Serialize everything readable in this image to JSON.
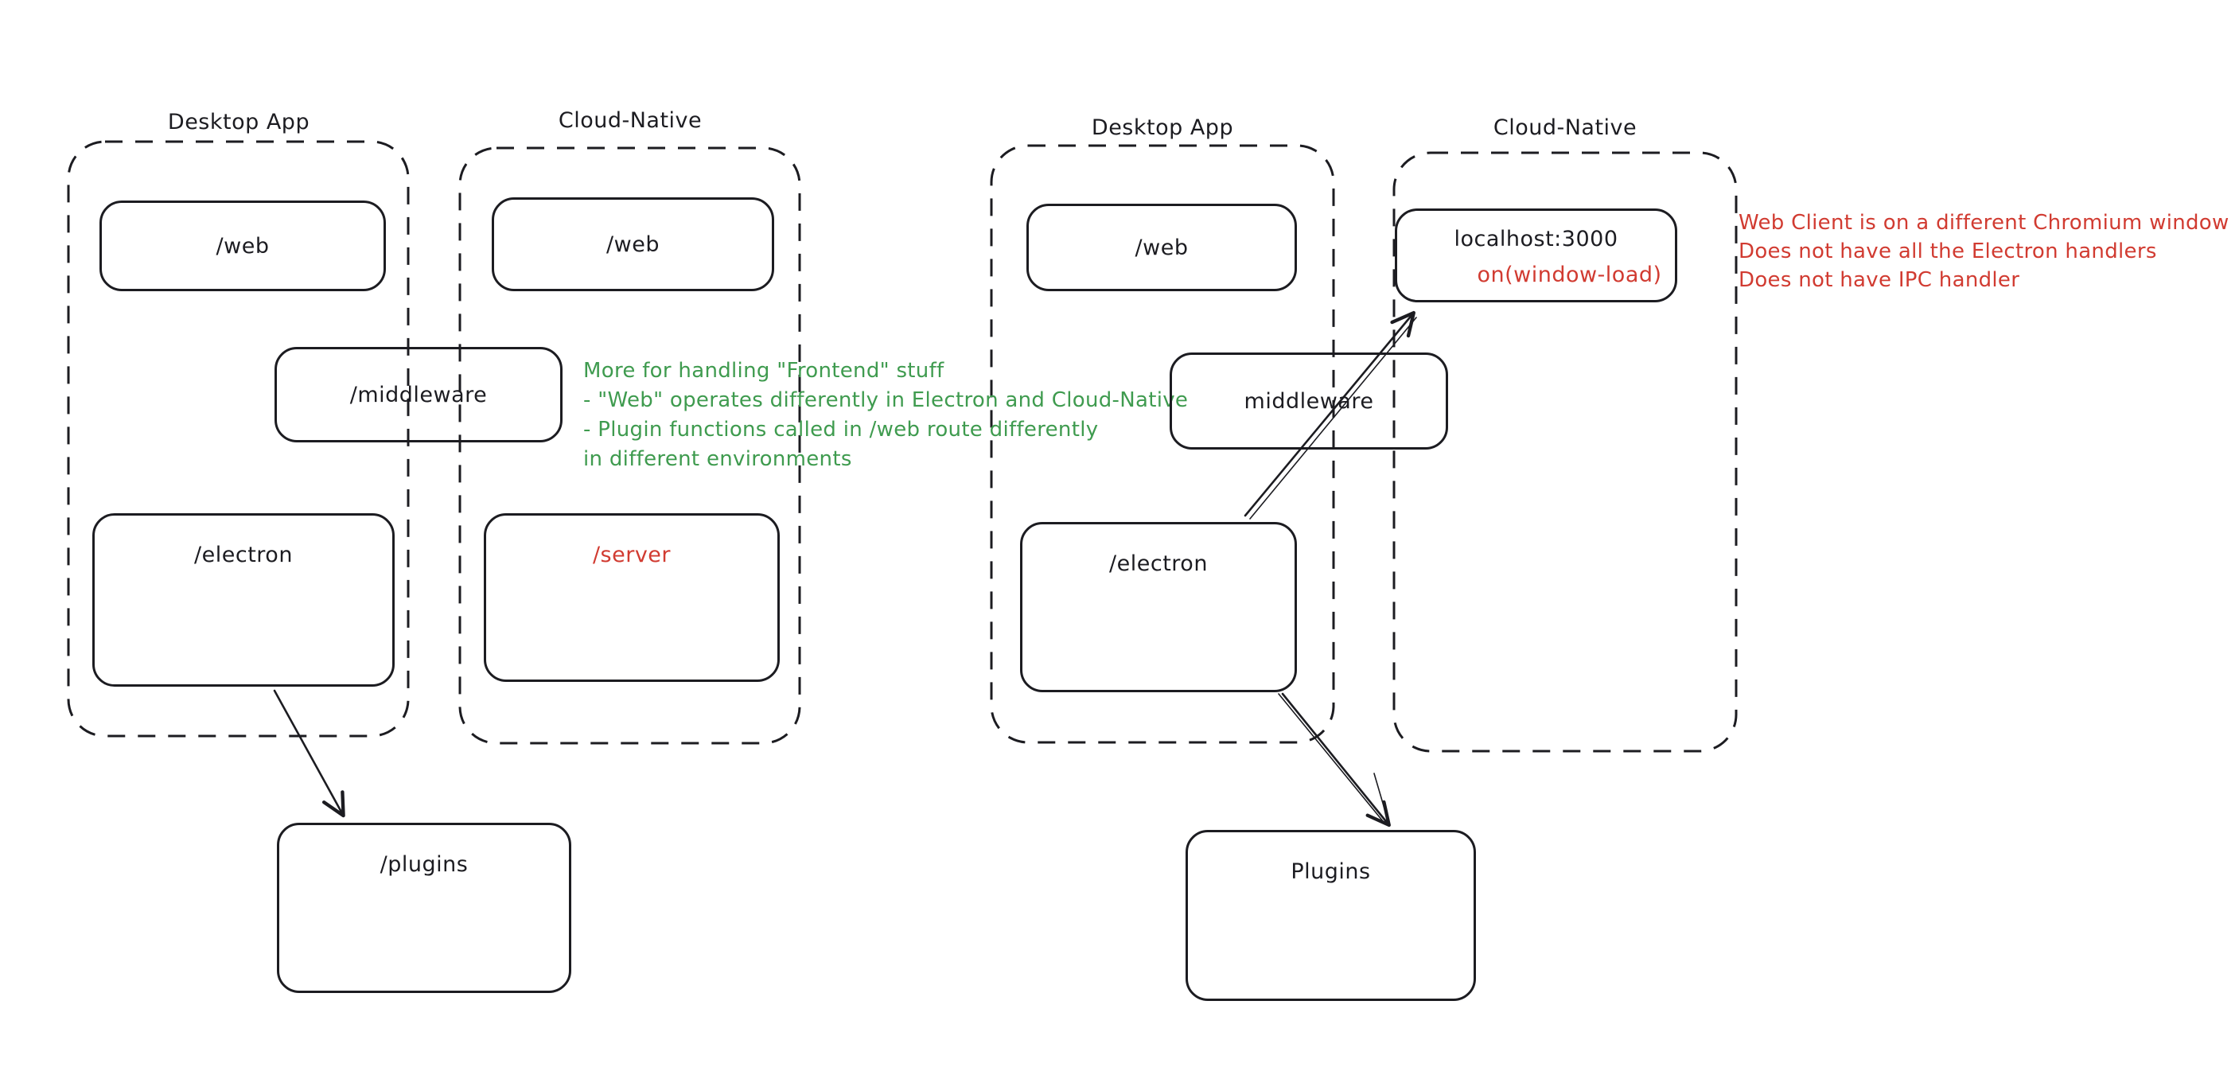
{
  "colors": {
    "ink": "#1c1c21",
    "red": "#d13b31",
    "green": "#3f9b4f",
    "background": "#ffffff"
  },
  "left_diagram": {
    "desktop_app_label": "Desktop App",
    "cloud_native_label": "Cloud-Native",
    "desktop_web_box": "/web",
    "cloud_web_box": "/web",
    "middleware_box": "/middleware",
    "electron_box": "/electron",
    "server_box": "/server",
    "plugins_box": "/plugins"
  },
  "right_diagram": {
    "desktop_app_label": "Desktop App",
    "cloud_native_label": "Cloud-Native",
    "desktop_web_box": "/web",
    "localhost_box": "localhost:3000",
    "localhost_sub": "on(window-load)",
    "middleware_box": "middleware",
    "electron_box": "/electron",
    "plugins_box": "Plugins"
  },
  "annotations": {
    "green_note": {
      "line1": "More for handling \"Frontend\" stuff",
      "line2": "- \"Web\" operates differently in Electron and Cloud-Native",
      "line3": "- Plugin functions called in /web route differently",
      "line4": "in different environments"
    },
    "red_note": {
      "line1": "Web Client is on a different Chromium window",
      "line2": "Does not have all the Electron handlers",
      "line3": "Does not have IPC handler"
    }
  }
}
